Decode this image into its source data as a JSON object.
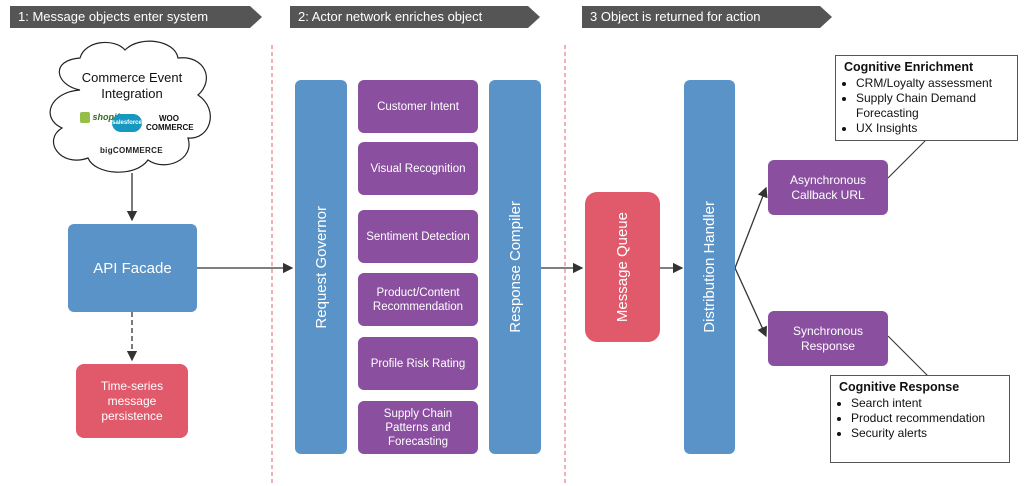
{
  "stages": [
    {
      "label": "1: Message objects enter system"
    },
    {
      "label": "2: Actor network enriches object"
    },
    {
      "label": "3 Object is returned for action"
    }
  ],
  "cloud": {
    "title": "Commerce Event Integration",
    "logos": [
      "shopify",
      "salesforce",
      "WOO COMMERCE",
      "bigCOMMERCE"
    ]
  },
  "api_facade": "API Facade",
  "persistence": "Time-series message persistence",
  "request_governor": "Request Governor",
  "actors": [
    "Customer Intent",
    "Visual Recognition",
    "Sentiment Detection",
    "Product/Content Recommendation",
    "Profile Risk Rating",
    "Supply Chain Patterns and Forecasting"
  ],
  "response_compiler": "Response Compiler",
  "message_queue": "Message Queue",
  "distribution_handler": "Distribution Handler",
  "async_callback": "Asynchronous Callback URL",
  "sync_response": "Synchronous Response",
  "enrichment": {
    "title": "Cognitive Enrichment",
    "items": [
      "CRM/Loyalty assessment",
      "Supply Chain Demand Forecasting",
      "UX Insights"
    ]
  },
  "response_box": {
    "title": "Cognitive Response",
    "items": [
      "Search intent",
      "Product recommendation",
      "Security alerts"
    ]
  },
  "colors": {
    "banner": "#555555",
    "purple": "#8b4fa0",
    "blue": "#5a93c8",
    "red": "#e05a6b",
    "divider": "#e06070"
  }
}
